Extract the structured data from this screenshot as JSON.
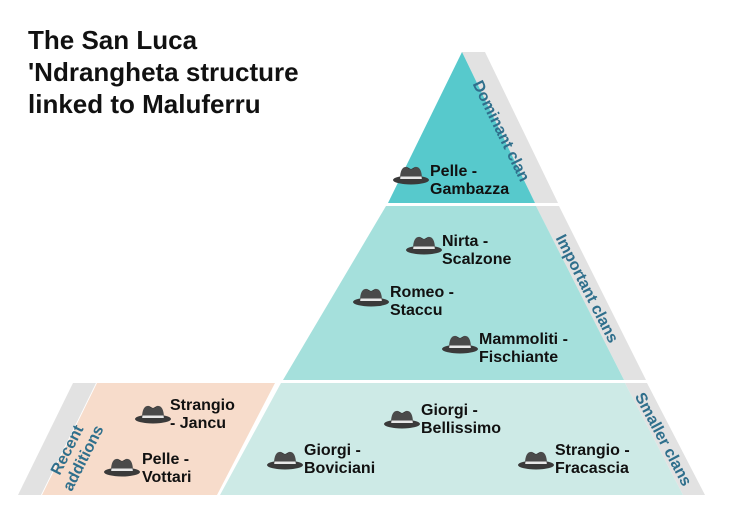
{
  "title": {
    "line1": "The San Luca",
    "line2": "'Ndrangheta structure",
    "line3": "linked to Maluferru"
  },
  "tiers": {
    "top": {
      "label": "Dominant clan"
    },
    "middle": {
      "label": "Important clans"
    },
    "bottom": {
      "label": "Smaller clans"
    },
    "recent": {
      "label_line1": "Recent",
      "label_line2": "additions"
    }
  },
  "clans": {
    "pelle_gambazza": {
      "line1": "Pelle -",
      "line2": "Gambazza"
    },
    "nirta_scalzone": {
      "line1": "Nirta -",
      "line2": "Scalzone"
    },
    "romeo_staccu": {
      "line1": "Romeo -",
      "line2": "Staccu"
    },
    "mammoliti_fischiante": {
      "line1": "Mammoliti -",
      "line2": "Fischiante"
    },
    "giorgi_bellissimo": {
      "line1": "Giorgi -",
      "line2": "Bellissimo"
    },
    "giorgi_boviciani": {
      "line1": "Giorgi -",
      "line2": "Boviciani"
    },
    "strangio_fracascia": {
      "line1": "Strangio -",
      "line2": "Fracascia"
    },
    "strangio_jancu": {
      "line1": "Strangio",
      "line2": "- Jancu"
    },
    "pelle_vottari": {
      "line1": "Pelle -",
      "line2": "Vottari"
    }
  },
  "icons": {
    "clan_marker": "fedora-hat-icon"
  },
  "colors": {
    "top_tier": "#57c9cc",
    "middle_tier": "#a5e0dc",
    "bottom_tier": "#cdeae6",
    "recent_tier": "#f7dccb",
    "side_band": "#e2e2e2",
    "label_text": "#2f6f8c"
  }
}
